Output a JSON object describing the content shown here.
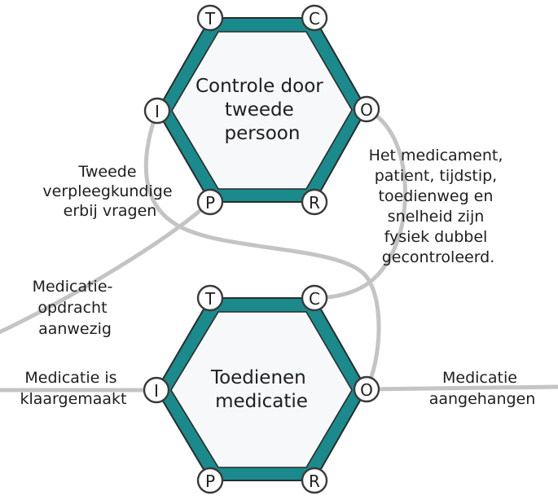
{
  "processes": [
    {
      "id": "controle",
      "title_lines": [
        "Controle door",
        "tweede",
        "persoon"
      ],
      "nodes": {
        "T": "T",
        "C": "C",
        "I": "I",
        "O": "O",
        "P": "P",
        "R": "R"
      }
    },
    {
      "id": "toedienen",
      "title_lines": [
        "Toedienen",
        "medicatie"
      ],
      "nodes": {
        "T": "T",
        "C": "C",
        "I": "I",
        "O": "O",
        "P": "P",
        "R": "R"
      }
    }
  ],
  "edge_labels": {
    "resource": [
      "Tweede",
      "verpleegkundige",
      "erbij vragen"
    ],
    "output_check": [
      "Het medicament,",
      "patient, tijdstip,",
      "toedienweg en",
      "snelheid zijn",
      "fysiek dubbel",
      "gecontroleerd."
    ],
    "precondition": [
      "Medicatie-",
      "opdracht",
      "aanwezig"
    ],
    "input": [
      "Medicatie is",
      "klaargemaakt"
    ],
    "output": [
      "Medicatie",
      "aangehangen"
    ]
  }
}
